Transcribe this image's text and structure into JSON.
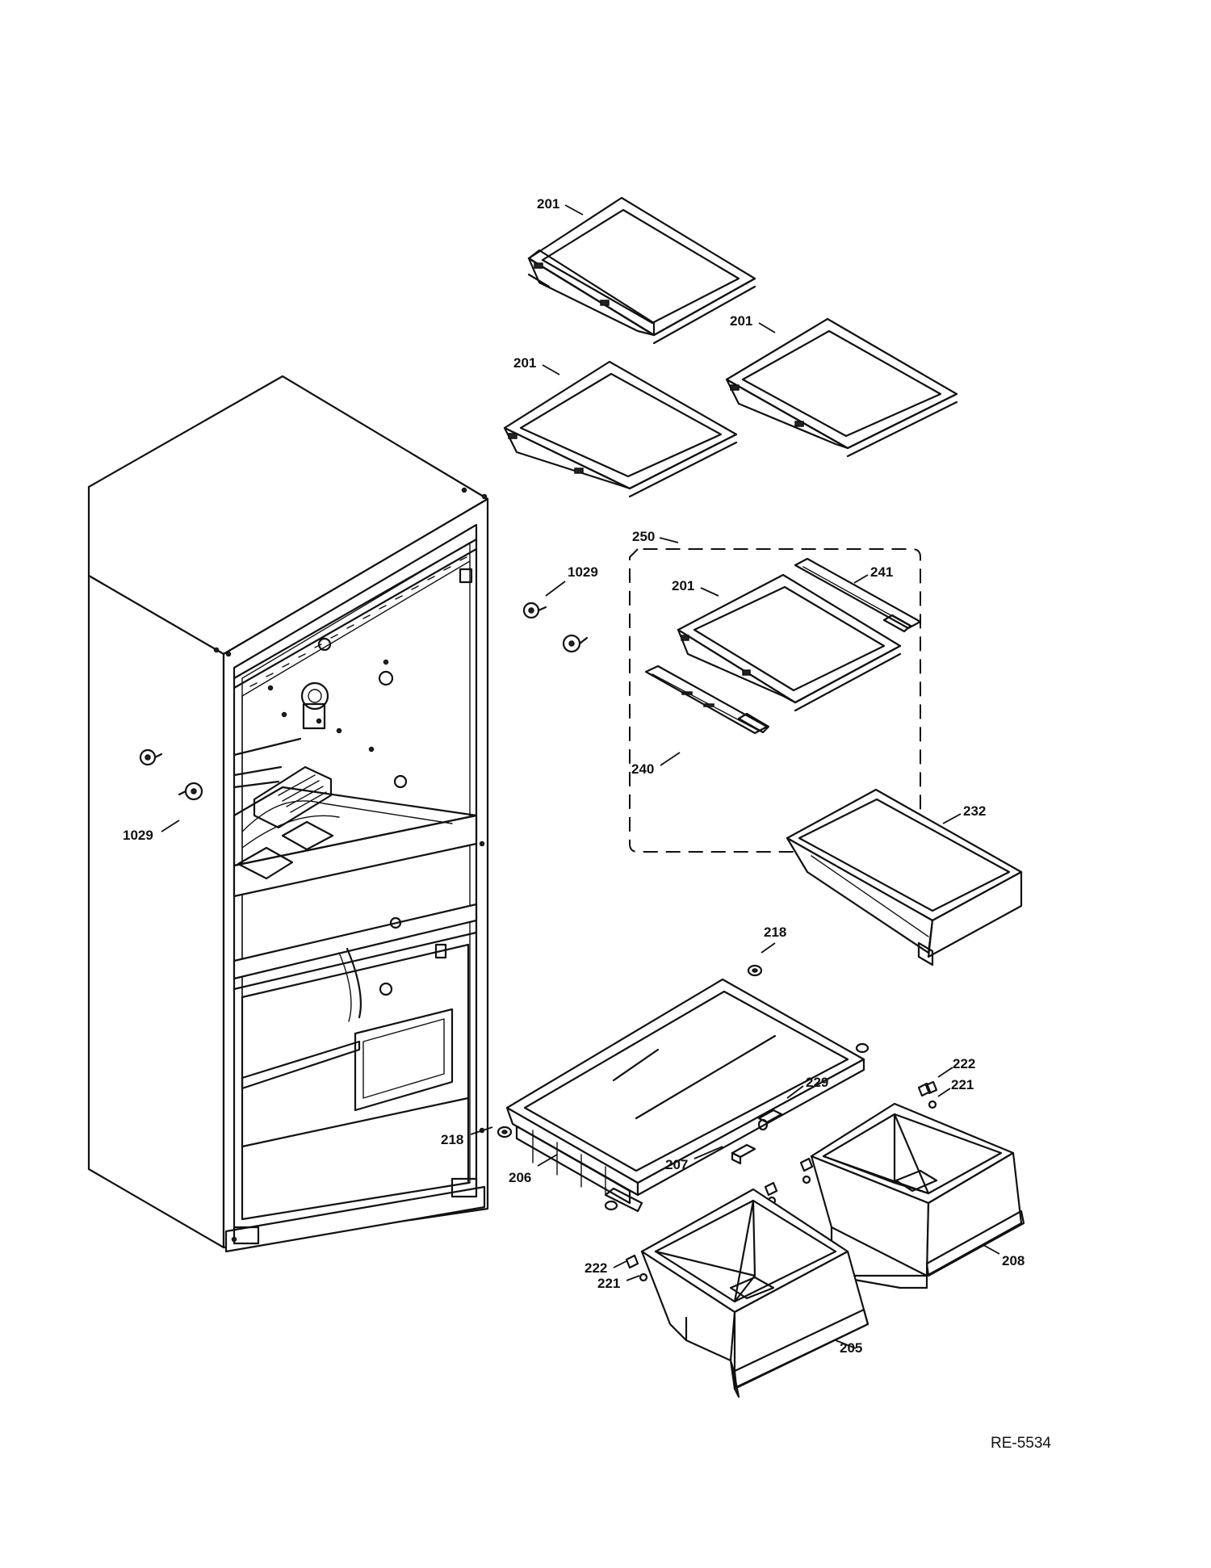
{
  "drawing_code": "RE-5534",
  "callouts": [
    {
      "id": "c201a",
      "text": "201"
    },
    {
      "id": "c201b",
      "text": "201"
    },
    {
      "id": "c201c",
      "text": "201"
    },
    {
      "id": "c250",
      "text": "250"
    },
    {
      "id": "c201d",
      "text": "201"
    },
    {
      "id": "c241",
      "text": "241"
    },
    {
      "id": "c240",
      "text": "240"
    },
    {
      "id": "c1029a",
      "text": "1029"
    },
    {
      "id": "c1029b",
      "text": "1029"
    },
    {
      "id": "c232",
      "text": "232"
    },
    {
      "id": "c218a",
      "text": "218"
    },
    {
      "id": "c222a",
      "text": "222"
    },
    {
      "id": "c221a",
      "text": "221"
    },
    {
      "id": "c229",
      "text": "229"
    },
    {
      "id": "c218b",
      "text": "218"
    },
    {
      "id": "c207",
      "text": "207"
    },
    {
      "id": "c206",
      "text": "206"
    },
    {
      "id": "c208",
      "text": "208"
    },
    {
      "id": "c222b",
      "text": "222"
    },
    {
      "id": "c221b",
      "text": "221"
    },
    {
      "id": "c205",
      "text": "205"
    }
  ]
}
